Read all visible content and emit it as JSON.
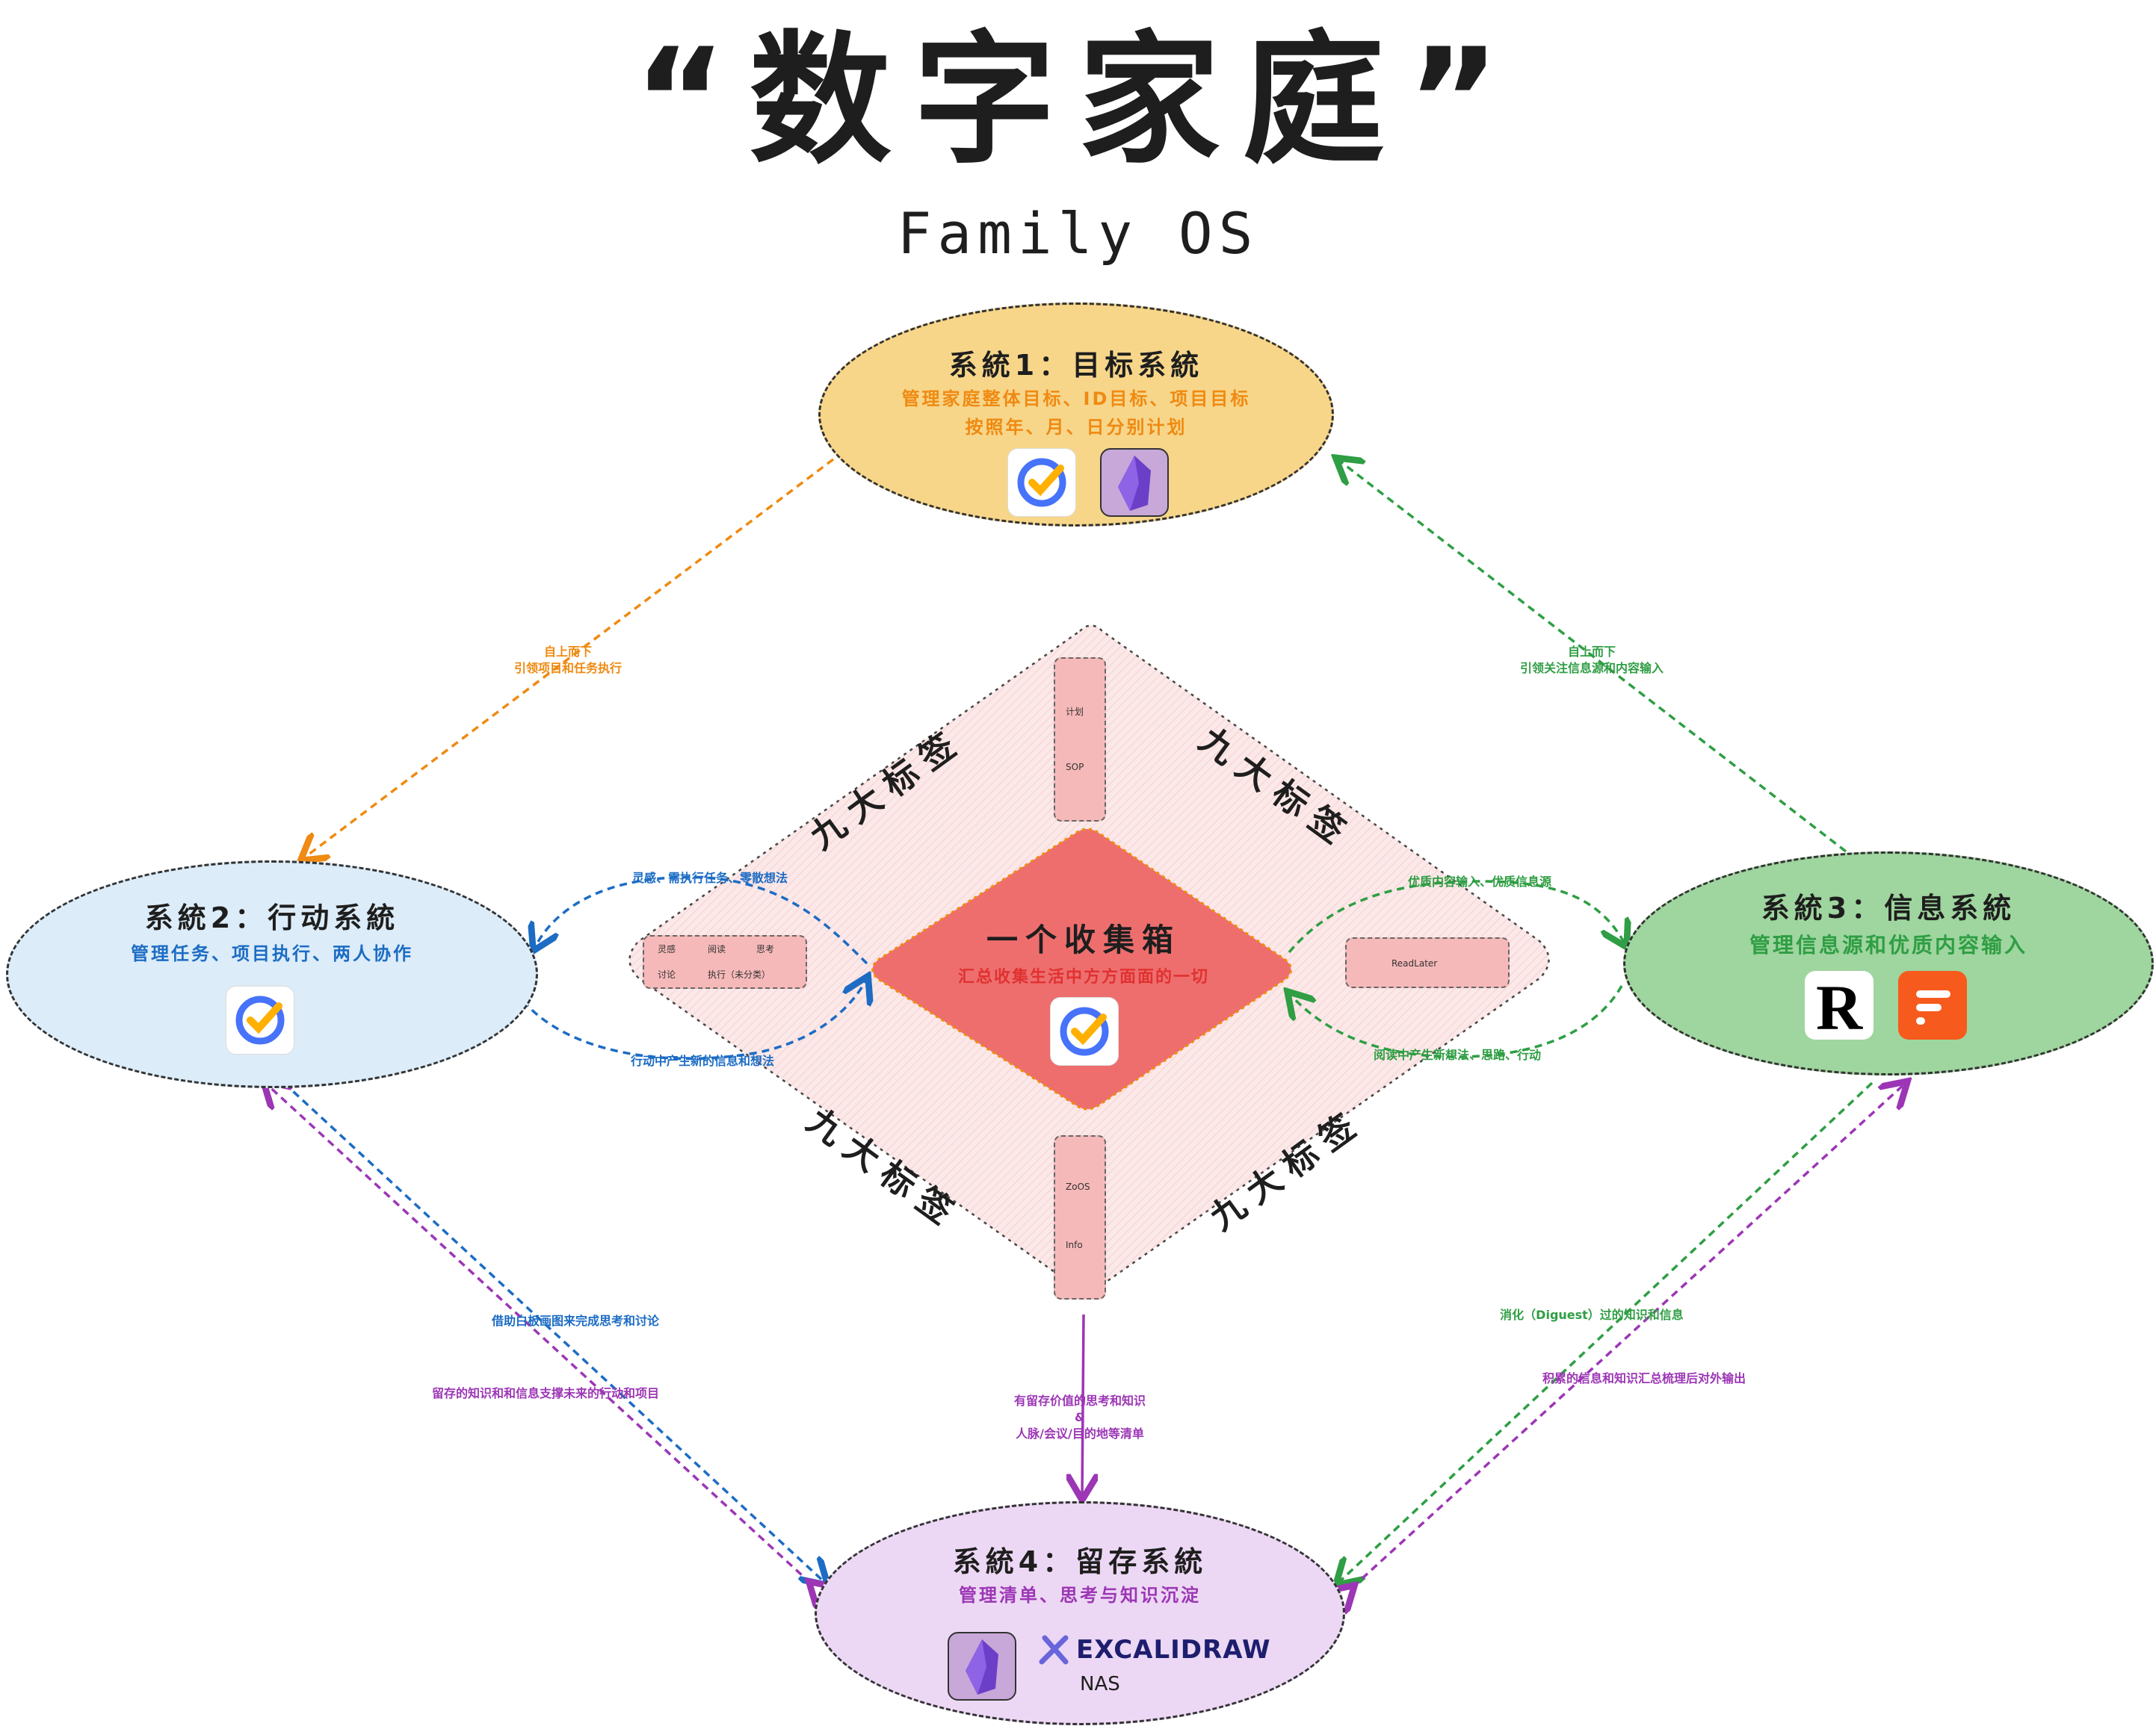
{
  "title": "“数字家庭”",
  "subtitle": "Family OS",
  "systems": {
    "goal": {
      "title": "系統1：目标系統",
      "desc1": "管理家庭整体目标、ID目标、项目目标",
      "desc2": "按照年、月、日分别计划"
    },
    "action": {
      "title": "系統2：行动系統",
      "desc": "管理任务、项目执行、两人协作"
    },
    "info": {
      "title": "系統3：信息系統",
      "desc": "管理信息源和优质内容输入"
    },
    "storage": {
      "title": "系統4：留存系統",
      "desc": "管理清单、思考与知识沉淀",
      "brand": "EXCALIDRAW",
      "nas": "NAS"
    }
  },
  "inbox": {
    "title": "一个收集箱",
    "desc": "汇总收集生活中方方面面的一切"
  },
  "nine_tags": {
    "label": "九大标签"
  },
  "chips": {
    "top": [
      "计划",
      "SOP"
    ],
    "left": [
      "灵感",
      "阅读",
      "思考",
      "讨论",
      "执行（未分类）"
    ],
    "right": [
      "ReadLater"
    ],
    "bottom": [
      "ZoOS",
      "Info"
    ]
  },
  "arrows": {
    "goal_to_action": {
      "l1": "自上而下",
      "l2": "引领项目和任务执行"
    },
    "info_to_goal": {
      "l1": "自上而下",
      "l2": "引领关注信息源和内容输入"
    },
    "action_to_inbox": "灵感、需执行任务、零散想法",
    "inbox_to_action": "行动中产生新的信息和想法",
    "info_to_inbox": "优质内容输入、优质信息源",
    "inbox_to_info": "阅读中产生新想法、思路、行动",
    "action_storage_1": "借助白板画图来完成思考和讨论",
    "action_storage_2": "留存的知识和和信息支撑未来的行动和项目",
    "inbox_storage": {
      "l1": "有留存价值的思考和知识",
      "l2": "&",
      "l3": "人脉/会议/目的地等清单"
    },
    "info_storage_1": "消化（Diguest）过的知识和信息",
    "info_storage_2": "积累的信息和知识汇总梳理后对外输出"
  },
  "colors": {
    "goal_fill": "#f7d68a",
    "action_fill": "#dcecf8",
    "info_fill": "#9fd59f",
    "storage_fill": "#ecd8f4",
    "diamond_fill": "#fbe3e3",
    "inbox_fill": "#ee6e6e",
    "orange": "#ef8a12",
    "green": "#2f9e44",
    "blue": "#1c6cc4",
    "purple": "#9c36b5",
    "red": "#e03131"
  }
}
